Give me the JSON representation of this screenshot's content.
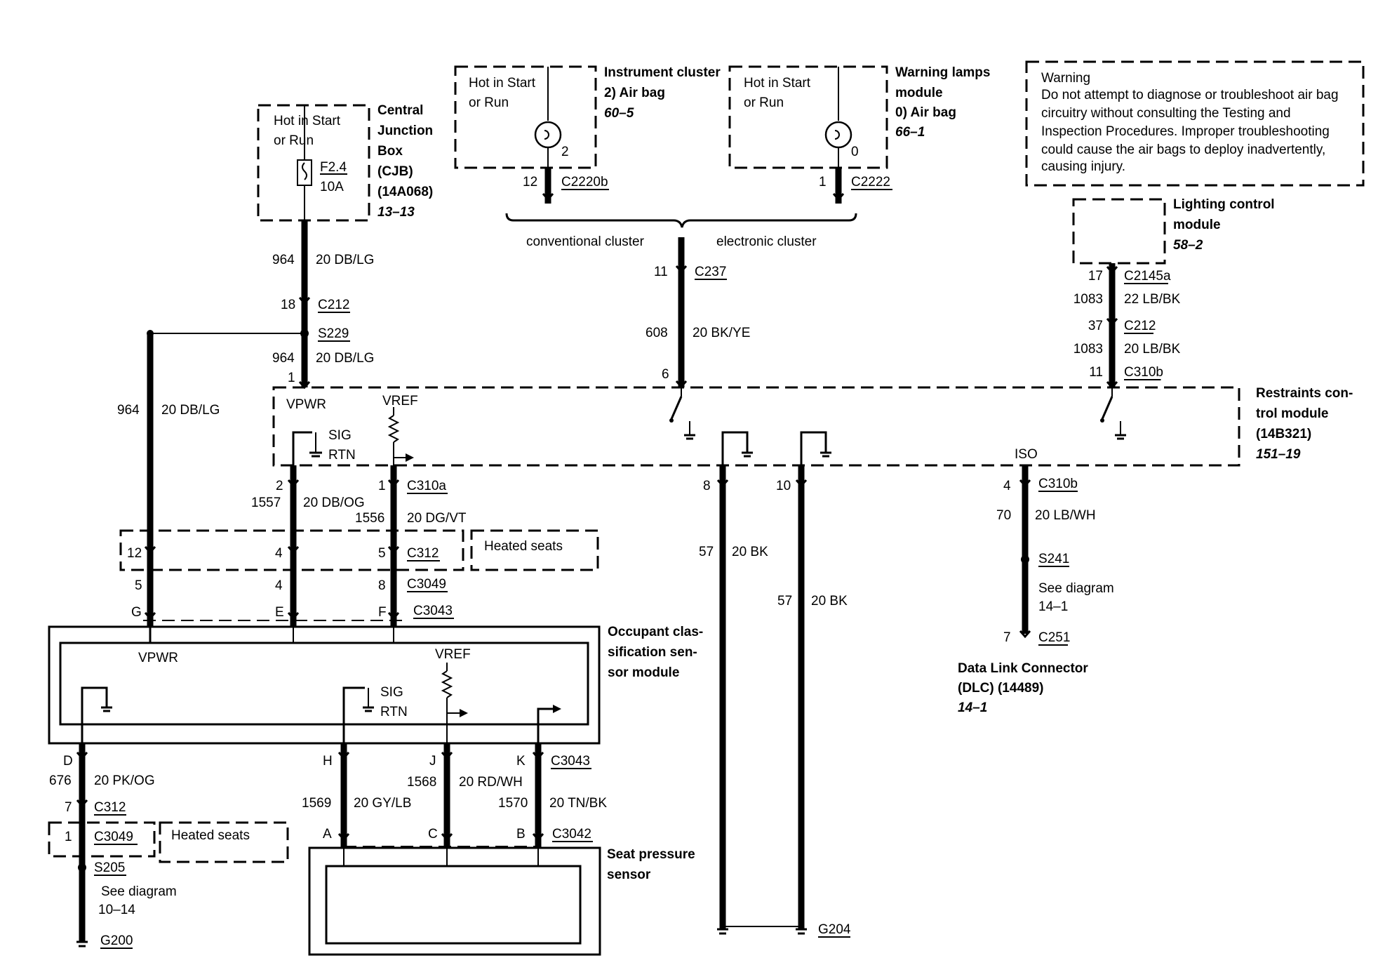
{
  "warning": {
    "title": "Warning",
    "lines": [
      "Do not attempt to diagnose or troubleshoot air bag",
      "circuitry without consulting the Testing and",
      "Inspection Procedures. Improper troubleshooting",
      "could cause the air bags to deploy inadvertently,",
      "causing injury."
    ]
  },
  "cjb": {
    "hot1": "Hot in Start",
    "hot2": "or Run",
    "fuse": "F2.4",
    "amps": "10A",
    "name": [
      "Central",
      "Junction",
      "Box",
      "(CJB)",
      "(14A068)"
    ],
    "ref": "13–13"
  },
  "cluster": {
    "hot1": "Hot in Start",
    "hot2": "or Run",
    "name": "Instrument cluster",
    "item": "2)   Air bag",
    "ref": "60–5",
    "pin": "2",
    "conn_pin": "12",
    "conn": "C2220b"
  },
  "warnlamps": {
    "hot1": "Hot in Start",
    "hot2": "or Run",
    "name": [
      "Warning lamps",
      "module"
    ],
    "item": "0)    Air bag",
    "ref": "66–1",
    "pin": "0",
    "conn_pin": "1",
    "conn": "C2222"
  },
  "cluster_split": {
    "left": "conventional cluster",
    "right": "electronic cluster",
    "pin": "11",
    "conn": "C237",
    "circuit": "608",
    "wire": "20 BK/YE",
    "rcm_pin": "6"
  },
  "lighting": {
    "name": [
      "Lighting control",
      "module"
    ],
    "ref": "58–2",
    "rows": [
      {
        "left": "17",
        "right": "C2145a",
        "ul": true
      },
      {
        "left": "1083",
        "right": "22 LB/BK",
        "ul": false
      },
      {
        "left": "37",
        "right": "C212",
        "ul": true
      },
      {
        "left": "1083",
        "right": "20 LB/BK",
        "ul": false
      },
      {
        "left": "11",
        "right": "C310b",
        "ul": true
      }
    ]
  },
  "vpwr_feed": {
    "circuit": "964",
    "wire": "20 DB/LG",
    "pin18": "18",
    "c212": "C212",
    "splice": "S229",
    "circuit2": "964",
    "wire2": "20 DB/LG",
    "pin1": "1",
    "branch_circuit": "964",
    "branch_wire": "20 DB/LG"
  },
  "rcm": {
    "vpwr": "VPWR",
    "vref": "VREF",
    "sig": "SIG",
    "rtn": "RTN",
    "iso": "ISO",
    "name": [
      "Restraints con-",
      "trol module",
      "(14B321)"
    ],
    "ref": "151–19"
  },
  "rcm_lower": {
    "pin2": "2",
    "circ1557": "1557",
    "wire1557": "20 DB/OG",
    "pin1": "1",
    "conn": "C310a",
    "circ1556": "1556",
    "wire1556": "20 DG/VT"
  },
  "c312_row": {
    "p12": "12",
    "p4": "4",
    "p5": "5",
    "conn": "C312",
    "heated": "Heated seats"
  },
  "c3049_row": {
    "p5": "5",
    "p4": "4",
    "p8": "8",
    "conn": "C3049"
  },
  "c3043_row": {
    "g": "G",
    "e": "E",
    "f": "F",
    "conn": "C3043"
  },
  "grounds": {
    "pin8": "8",
    "pin10": "10",
    "c57a": "57",
    "w57a": "20 BK",
    "c57b": "57",
    "w57b": "20 BK",
    "conn": "G204"
  },
  "dlc_circuit": {
    "pin": "4",
    "conn": "C310b",
    "circuit": "70",
    "wire": "20 LB/WH",
    "splice": "S241",
    "see1": "See diagram",
    "see2": "14–1",
    "pin7": "7",
    "c251": "C251",
    "name": [
      "Data Link Connector",
      "(DLC) (14489)"
    ],
    "ref": "14–1"
  },
  "ocsm": {
    "vpwr": "VPWR",
    "vref": "VREF",
    "sig": "SIG",
    "rtn": "RTN",
    "name": [
      "Occupant clas-",
      "sification sen-",
      "sor module"
    ]
  },
  "ocsm_lower": {
    "d": "D",
    "h": "H",
    "j": "J",
    "k": "K",
    "conn": "C3043",
    "c676": "676",
    "w676": "20 PK/OG",
    "c1568": "1568",
    "w1568": "20 RD/WH",
    "c1569": "1569",
    "w1569": "20 GY/LB",
    "c1570": "1570",
    "w1570": "20 TN/BK",
    "a": "A",
    "c": "C",
    "b": "B",
    "conn2": "C3042"
  },
  "left_bottom": {
    "p7": "7",
    "c312": "C312",
    "p1": "1",
    "c3049": "C3049",
    "heated": "Heated seats",
    "splice": "S205",
    "see1": "See diagram",
    "see2": "10–14",
    "g200": "G200"
  },
  "seat_sensor": {
    "name": [
      "Seat pressure",
      "sensor"
    ]
  }
}
